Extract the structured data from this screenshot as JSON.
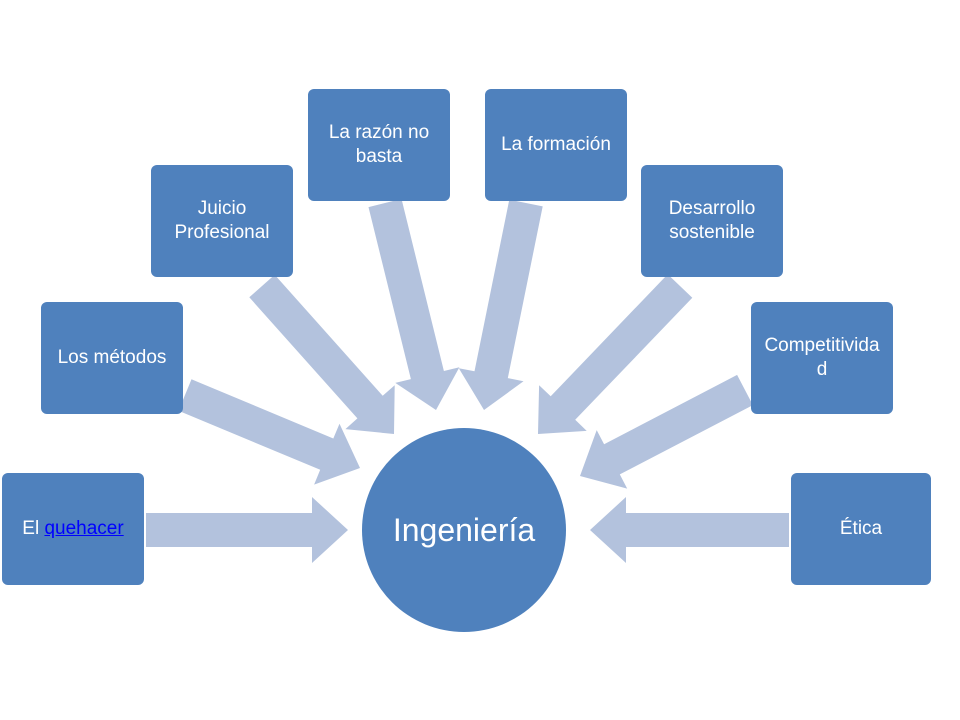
{
  "diagram": {
    "center": "Ingeniería",
    "nodes": [
      {
        "id": "quehacer",
        "prefix": "El ",
        "link": "quehacer"
      },
      {
        "id": "metodos",
        "label": "Los métodos"
      },
      {
        "id": "juicio",
        "label": "Juicio Profesional"
      },
      {
        "id": "razon",
        "label": "La razón no basta"
      },
      {
        "id": "formacion",
        "label": "La formación"
      },
      {
        "id": "desarrollo",
        "label": "Desarrollo sostenible"
      },
      {
        "id": "competitividad",
        "label": "Competitividad"
      },
      {
        "id": "etica",
        "label": "Ética"
      }
    ],
    "colors": {
      "box": "#4f81bd",
      "arrow": "#b3c2dd",
      "link": "#0000ff"
    }
  }
}
